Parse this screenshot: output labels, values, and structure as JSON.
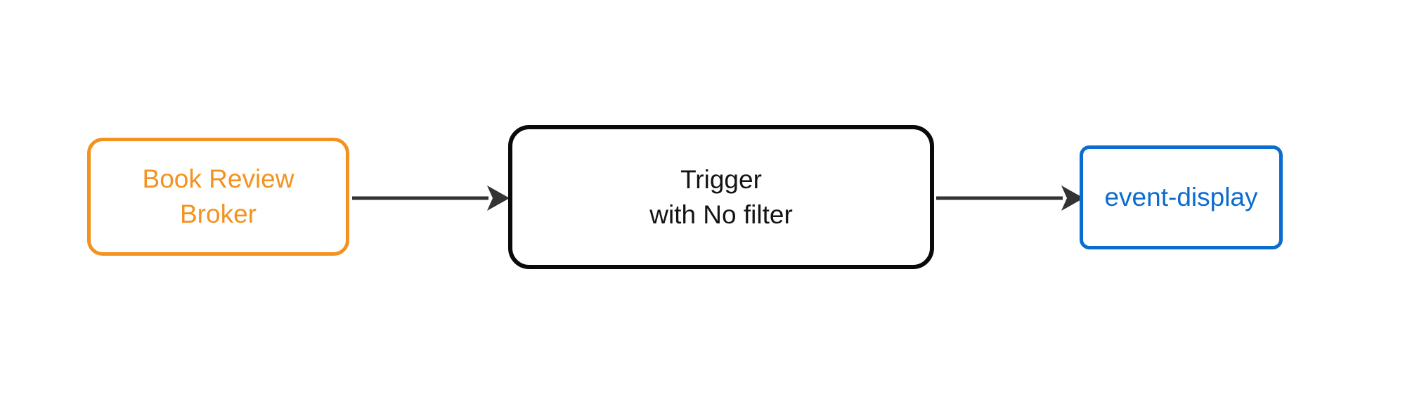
{
  "diagram": {
    "type": "flow-diagram",
    "orientation": "left-to-right",
    "background_color": "#ffffff",
    "nodes": [
      {
        "id": "source",
        "label": "Book Review\nBroker",
        "line1": "Book Review",
        "line2": "Broker",
        "shape": "rounded-rectangle",
        "border_color": "#f3921e",
        "text_color": "#f3921e",
        "fill_color": "#ffffff"
      },
      {
        "id": "process",
        "label": "Trigger\nwith No filter",
        "line1": "Trigger",
        "line2": "with No filter",
        "shape": "rounded-rectangle",
        "border_color": "#0a0a0a",
        "text_color": "#141414",
        "fill_color": "#ffffff"
      },
      {
        "id": "sink",
        "label": "event-display",
        "line1": "event-display",
        "shape": "rounded-rectangle",
        "border_color": "#0b6cd0",
        "text_color": "#0b6cd0",
        "fill_color": "#ffffff"
      }
    ],
    "edges": [
      {
        "id": "edge-1",
        "from": "source",
        "to": "process",
        "label": "",
        "color": "#333333",
        "arrowhead": "filled-triangle"
      },
      {
        "id": "edge-2",
        "from": "process",
        "to": "sink",
        "label": "",
        "color": "#333333",
        "arrowhead": "filled-triangle"
      }
    ]
  }
}
